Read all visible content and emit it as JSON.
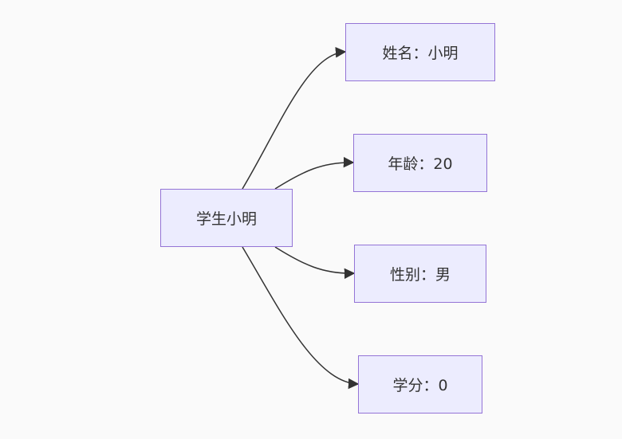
{
  "diagram": {
    "root": {
      "label": "学生小明"
    },
    "children": [
      {
        "id": "name",
        "label": "姓名：小明"
      },
      {
        "id": "age",
        "label": "年龄：20"
      },
      {
        "id": "sex",
        "label": "性别：男"
      },
      {
        "id": "score",
        "label": "学分：0"
      }
    ]
  },
  "colors": {
    "node_fill": "#ececfe",
    "node_border": "#9474d6",
    "edge": "#333333",
    "background": "#fafafa"
  }
}
